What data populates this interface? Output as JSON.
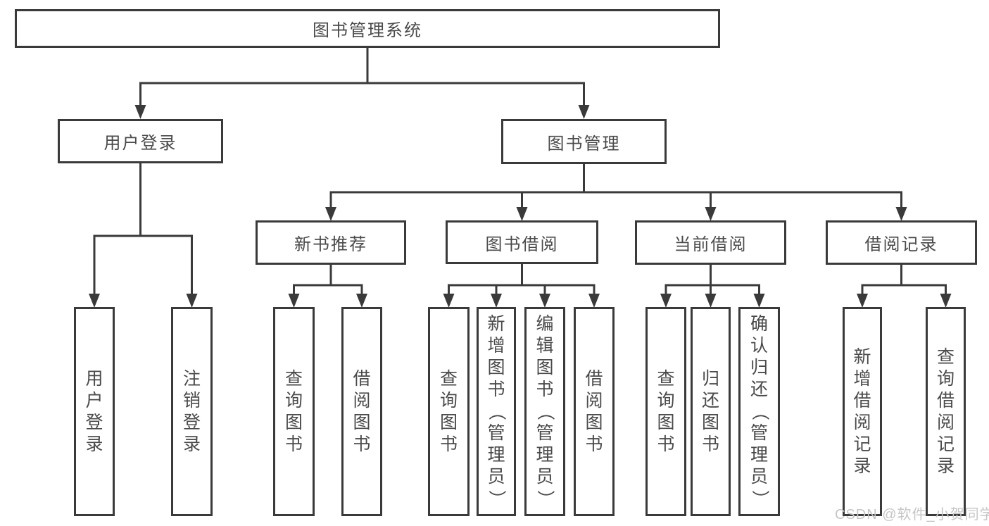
{
  "nodes": {
    "root": "图书管理系统",
    "user_login": "用户登录",
    "book_management": "图书管理",
    "new_book_recommend": "新书推荐",
    "book_borrowing": "图书借阅",
    "current_borrowing": "当前借阅",
    "borrowing_records": "借阅记录",
    "leaves": {
      "user_login_leaf": "用户登录",
      "logout": "注销登录",
      "nb_query_books": "查询图书",
      "nb_borrow_books": "借阅图书",
      "bb_query_books": "查询图书",
      "bb_add_books_admin": "新增图书（管理员）",
      "bb_edit_books_admin": "编辑图书（管理员）",
      "bb_borrow_books": "借阅图书",
      "cb_query_books": "查询图书",
      "cb_return_books": "归还图书",
      "cb_confirm_return_admin": "确认归还（管理员）",
      "br_add_record": "新增借阅记录",
      "br_query_record": "查询借阅记录"
    }
  },
  "watermark": "CSDN @软件_小贺同学",
  "colors": {
    "line": "#3a3a3a",
    "text": "#4a4a4a",
    "watermark": "#c6c6c6",
    "background": "#ffffff"
  }
}
